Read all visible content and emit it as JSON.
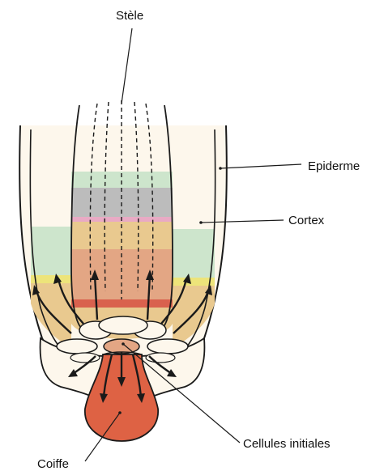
{
  "labels": {
    "stele": "Stèle",
    "epiderme": "Epiderme",
    "cortex": "Cortex",
    "cellules_initiales": "Cellules initiales",
    "coiffe": "Coiffe"
  },
  "colors": {
    "background": "#ffffff",
    "tissue_cream": "#fdf7ec",
    "band_green": "#cde5cc",
    "band_grey": "#bcbcbc",
    "band_pink": "#e9aac4",
    "band_tan": "#e9c98f",
    "band_salmon": "#e3a684",
    "band_yellow": "#ede47a",
    "band_red": "#d9614e",
    "cap_orange": "#de6244",
    "outline": "#1a1a1a"
  }
}
